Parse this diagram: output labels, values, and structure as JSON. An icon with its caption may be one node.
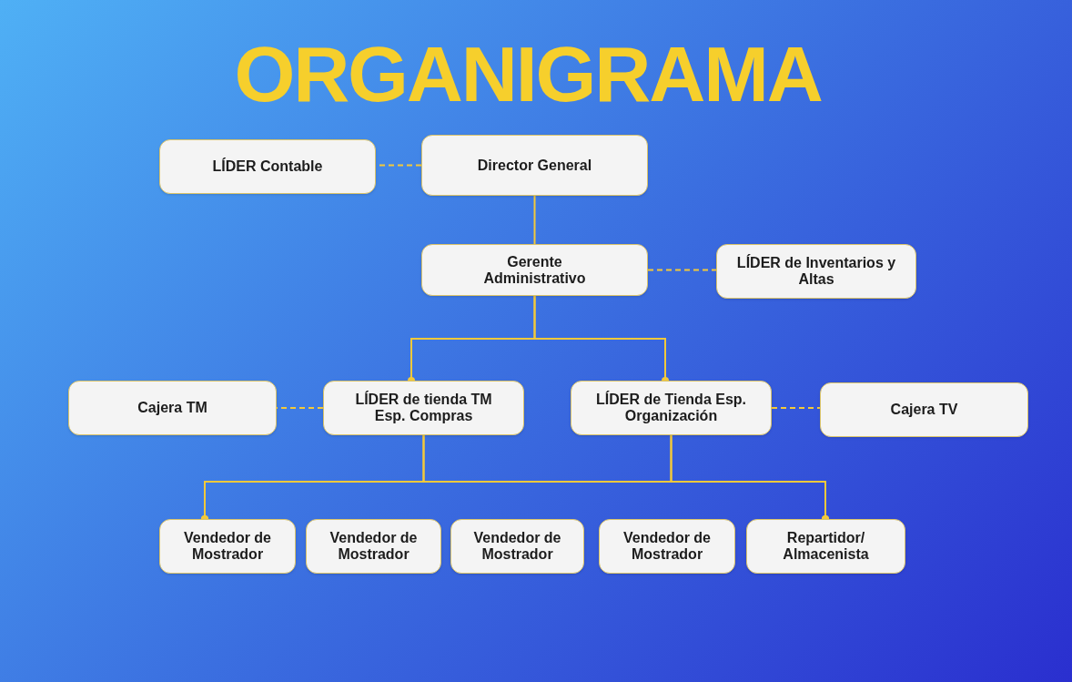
{
  "diagram": {
    "title": "ORGANIGRAMA",
    "nodes": [
      {
        "text": [
          "LÍDER Contable"
        ]
      },
      {
        "text": [
          "Director General"
        ]
      },
      {
        "text": [
          "Gerente Administrativo"
        ]
      },
      {
        "text": [
          "LÍDER de Inventarios y Altas"
        ]
      },
      {
        "text": [
          "Cajera TM"
        ]
      },
      {
        "text": [
          "LÍDER de tienda TM Esp. Compras"
        ]
      },
      {
        "text": [
          "LÍDER de Tienda Esp. Organización"
        ]
      },
      {
        "text": [
          "Cajera TV"
        ]
      },
      {
        "text": [
          "Vendedor de Mostrador"
        ]
      },
      {
        "text": [
          "Vendedor de Mostrador"
        ]
      },
      {
        "text": [
          "Vendedor de Mostrador"
        ]
      },
      {
        "text": [
          "Vendedor de Mostrador"
        ]
      },
      {
        "text": [
          "Repartidor/ Almacenista"
        ]
      }
    ],
    "edges": [
      {
        "from": 1,
        "to": 0,
        "arrow": "none",
        "style": "dashed"
      },
      {
        "from": 1,
        "to": 2,
        "arrow": "none"
      },
      {
        "from": 2,
        "to": 3,
        "arrow": "none",
        "style": "dashed"
      },
      {
        "from": 2,
        "to": 5,
        "arrow": "other"
      },
      {
        "from": 2,
        "to": 6,
        "arrow": "other"
      },
      {
        "from": 5,
        "to": 4,
        "arrow": "none",
        "style": "dashed"
      },
      {
        "from": 6,
        "to": 7,
        "arrow": "none",
        "style": "dashed"
      },
      {
        "from": 5,
        "to": 8,
        "arrow": "other"
      },
      {
        "from": 5,
        "to": 12,
        "arrow": "other"
      },
      {
        "from": 6,
        "to": 8,
        "arrow": "other"
      },
      {
        "from": 6,
        "to": 12,
        "arrow": "other"
      }
    ]
  }
}
